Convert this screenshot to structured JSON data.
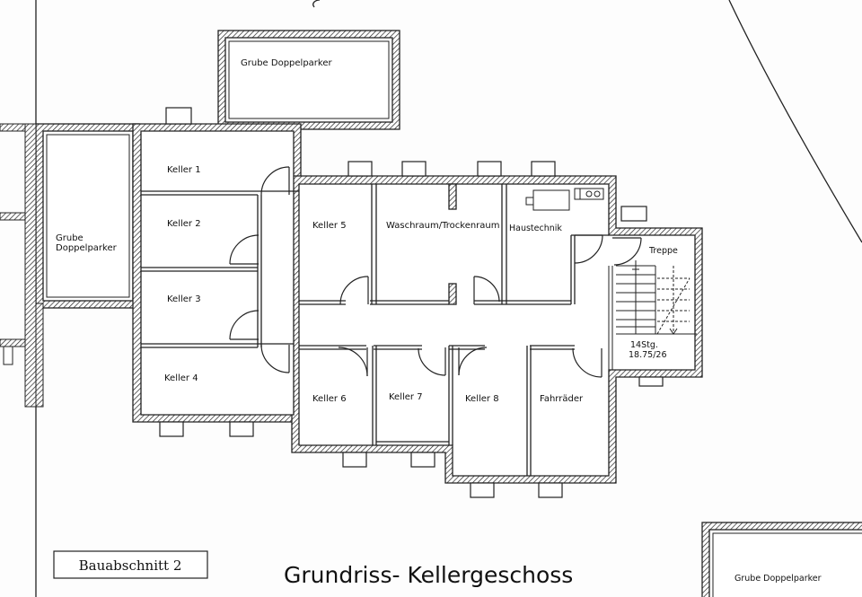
{
  "plan": {
    "title": "Grundriss- Kellergeschoss",
    "section": "Bauabschnitt 2",
    "rooms": {
      "keller1": "Keller 1",
      "keller2": "Keller 2",
      "keller3": "Keller 3",
      "keller4": "Keller 4",
      "keller5": "Keller 5",
      "keller6": "Keller 6",
      "keller7": "Keller 7",
      "keller8": "Keller 8",
      "waschraum": "Waschraum/Trockenraum",
      "haustechnik": "Haustechnik",
      "fahrraeder": "Fahrräder",
      "treppe": "Treppe",
      "grube_top": "Grube Doppelparker",
      "grube_left_1": "Grube",
      "grube_left_2": "Doppelparker",
      "grube_bottom": "Grube Doppelparker"
    },
    "stair": {
      "steps": "14Stg.",
      "ratio": "18.75/26"
    }
  }
}
